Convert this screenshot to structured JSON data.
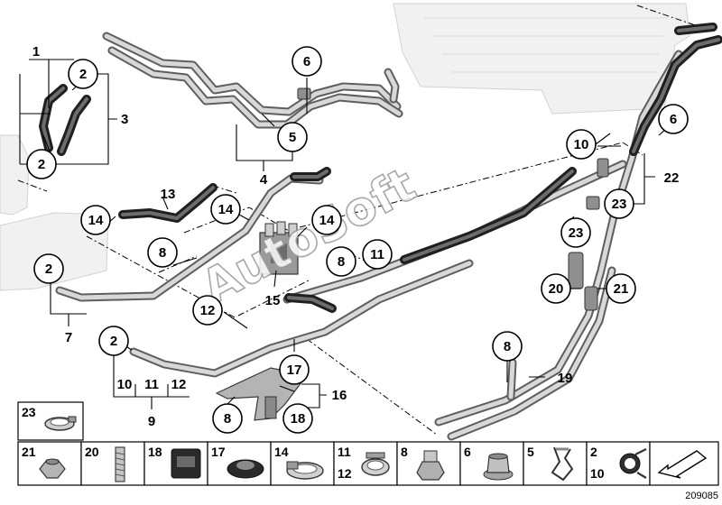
{
  "watermark": "AutoSoft",
  "diagram_id": "209085",
  "callouts": {
    "c2a": "2",
    "c2b": "2",
    "c6a": "6",
    "c5": "5",
    "c14a": "14",
    "c14b": "14",
    "c14c": "14",
    "c8a": "8",
    "c8b": "8",
    "c11": "11",
    "c2c": "2",
    "c12": "12",
    "c2d": "2",
    "c10": "10",
    "c6b": "6",
    "c23a": "23",
    "c23b": "23",
    "c20": "20",
    "c21": "21",
    "c8c": "8",
    "c17": "17",
    "c18": "18",
    "c8d": "8"
  },
  "labels": {
    "l1": "1",
    "l3": "3",
    "l4": "4",
    "l13": "13",
    "l15": "15",
    "l7": "7",
    "l22": "22",
    "l19": "19",
    "l16": "16",
    "l9": "9",
    "l9_sub_10": "10",
    "l9_sub_11": "11",
    "l9_sub_12": "12"
  },
  "legend": [
    {
      "num": "23",
      "icon": "hose-clamp-icon"
    },
    {
      "num": "21",
      "icon": "hex-nut-icon"
    },
    {
      "num": "20",
      "icon": "stud-bolt-icon"
    },
    {
      "num": "18",
      "icon": "rubber-mount-icon"
    },
    {
      "num": "17",
      "icon": "grommet-icon"
    },
    {
      "num": "14",
      "icon": "worm-clamp-icon"
    },
    {
      "num": "11",
      "num2": "12",
      "icon": "band-clamp-icon"
    },
    {
      "num": "8",
      "icon": "collar-nut-icon"
    },
    {
      "num": "6",
      "icon": "flange-nut-icon"
    },
    {
      "num": "5",
      "icon": "spring-clip-icon"
    },
    {
      "num": "2",
      "num2": "10",
      "icon": "spring-clamp-icon"
    },
    {
      "num": "",
      "icon": "direction-arrow-icon"
    }
  ]
}
